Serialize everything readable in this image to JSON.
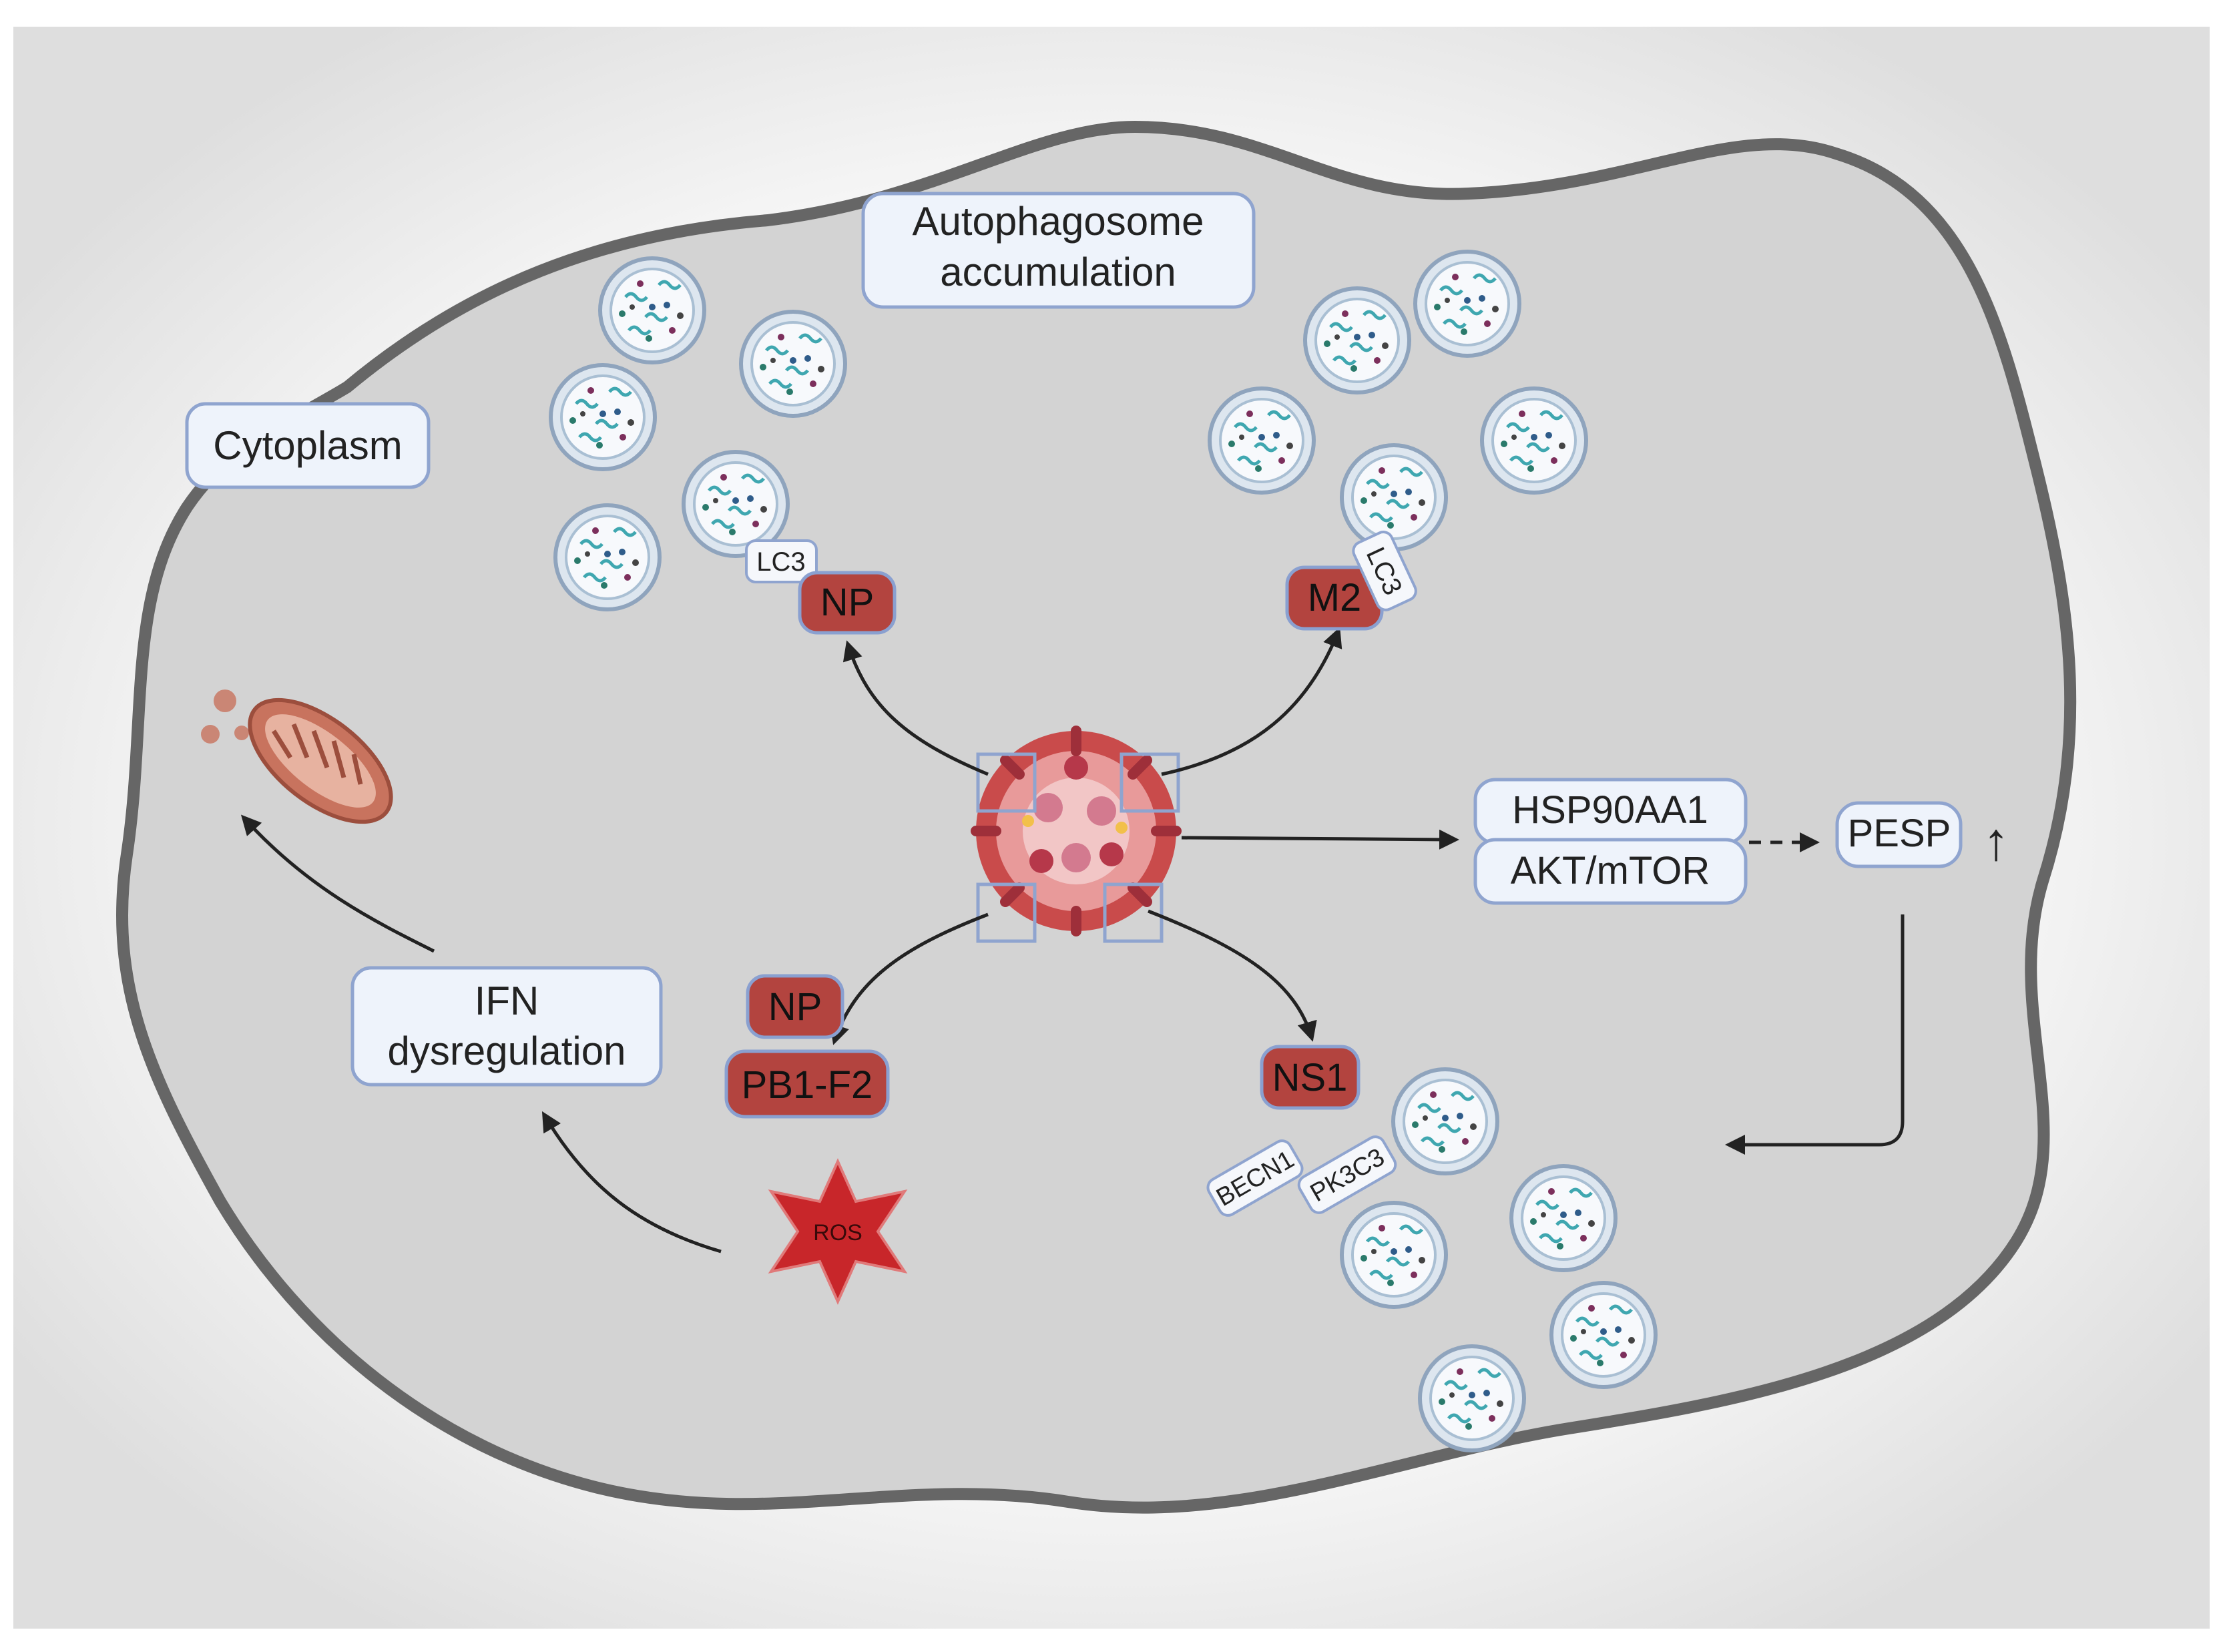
{
  "labels": {
    "autophagosome": [
      "Autophagosome",
      "accumulation"
    ],
    "cytoplasm": "Cytoplasm",
    "ifn": [
      "IFN",
      "dysregulation"
    ],
    "hsp90": "HSP90AA1",
    "akt": "AKT/mTOR",
    "pesp": "PESP",
    "pesp_increase": "↑",
    "np_top": "NP",
    "lc3_left": "LC3",
    "m2": "M2",
    "lc3_right": "LC3",
    "np_bottom": "NP",
    "pb1f2": "PB1-F2",
    "ns1": "NS1",
    "becn1": "BECN1",
    "pk3c3": "PK3C3",
    "ros": "ROS"
  },
  "colors": {
    "cell_fill": "#d3d3d3",
    "cell_border": "#666666",
    "label_box_fill": "#eef3fb",
    "label_box_border": "#8fa4cf",
    "protein_fill": "#b3443f",
    "protein_border": "#8aa0d0",
    "ros_fill": "#c8262a",
    "mitochondria": "#c8735e",
    "arrow": "#222222"
  },
  "icons": [
    "virus-icon",
    "mitochondrion-icon",
    "autophagosome-icon",
    "ros-star-icon"
  ]
}
